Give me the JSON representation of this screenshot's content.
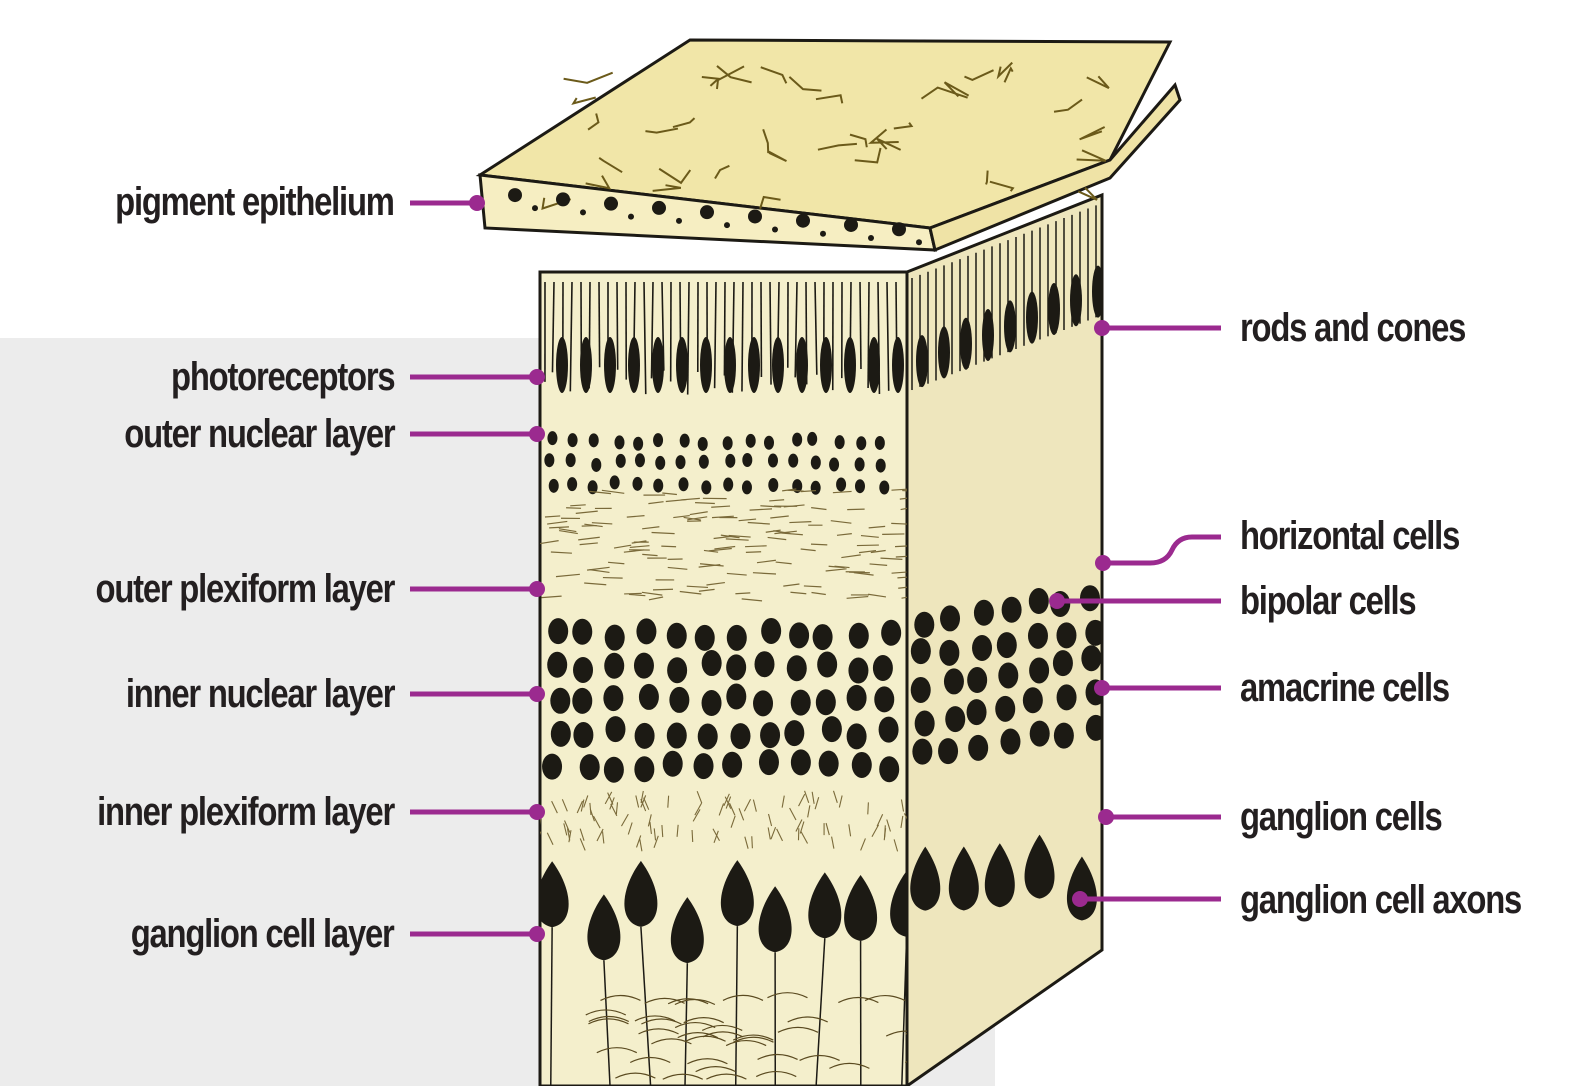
{
  "colors": {
    "leader": "#9b2a8f",
    "tissue": "#f4efcc",
    "epithelium": "#f1e6a8",
    "ink": "#1c1a14",
    "text": "#231f20",
    "panel": "#ececec"
  },
  "labels_left": [
    "pigment epithelium",
    "photoreceptors",
    "outer nuclear layer",
    "outer plexiform layer",
    "inner nuclear layer",
    "inner plexiform layer",
    "ganglion cell layer"
  ],
  "labels_right": [
    "rods and cones",
    "horizontal cells",
    "bipolar cells",
    "amacrine cells",
    "ganglion cells",
    "ganglion cell axons"
  ]
}
